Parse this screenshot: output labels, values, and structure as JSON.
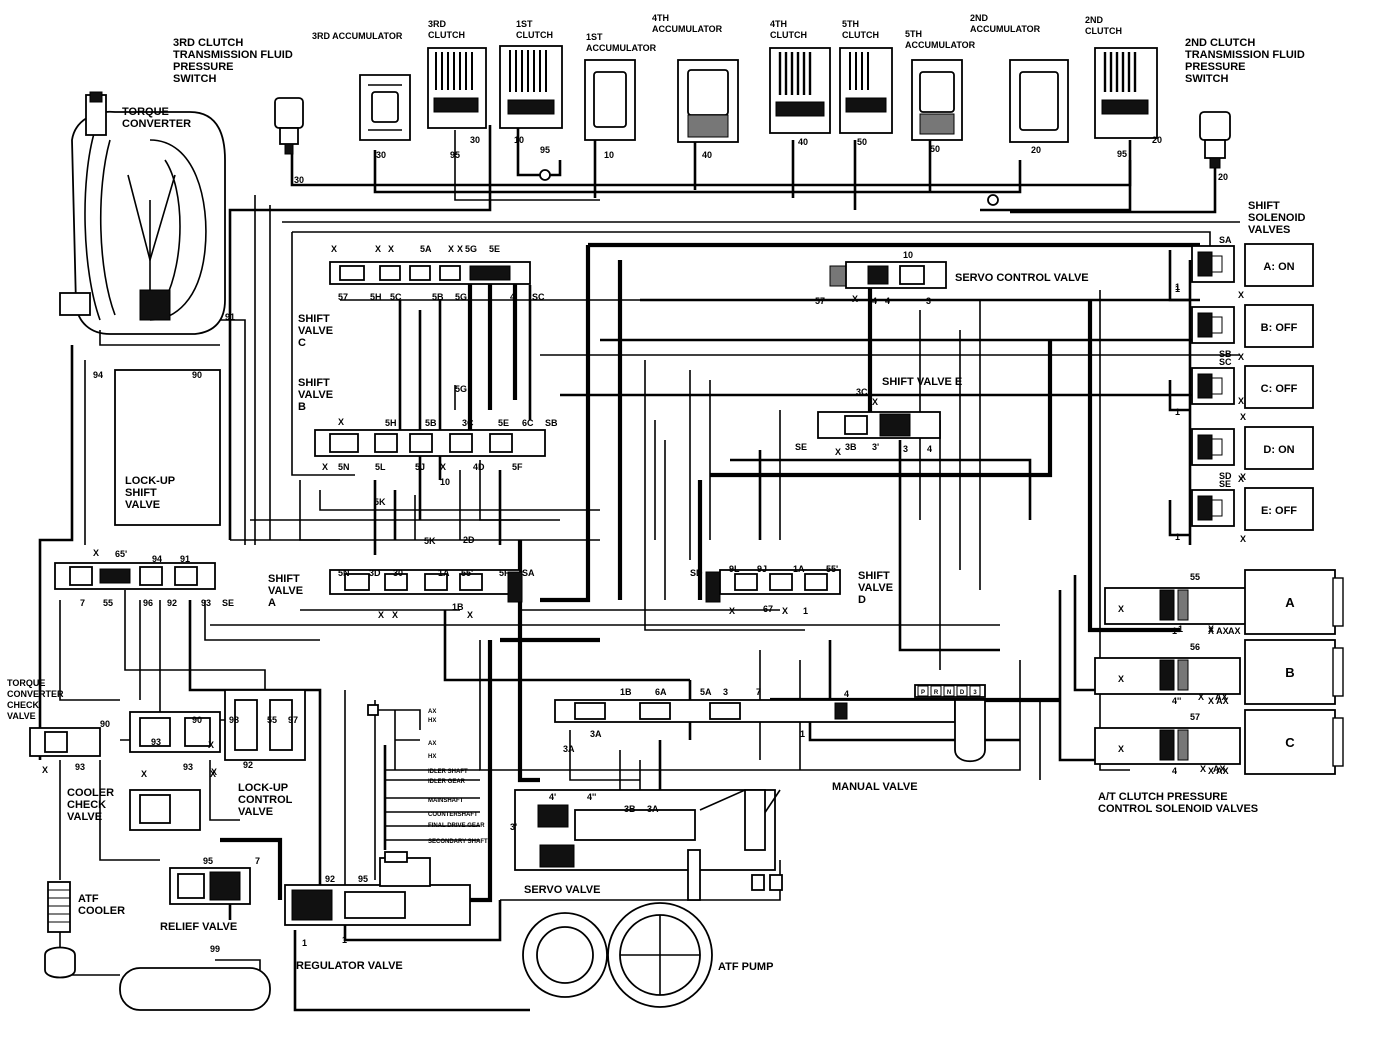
{
  "components": {
    "third_clutch_switch": [
      "3RD CLUTCH",
      "TRANSMISSION FLUID",
      "PRESSURE",
      "SWITCH"
    ],
    "second_clutch_switch": [
      "2ND CLUTCH",
      "TRANSMISSION FLUID",
      "PRESSURE",
      "SWITCH"
    ],
    "torque_converter": [
      "TORQUE",
      "CONVERTER"
    ],
    "third_accumulator": "3RD ACCUMULATOR",
    "third_clutch": [
      "3RD",
      "CLUTCH"
    ],
    "first_clutch": [
      "1ST",
      "CLUTCH"
    ],
    "first_accumulator": [
      "1ST",
      "ACCUMULATOR"
    ],
    "fourth_accumulator": [
      "4TH",
      "ACCUMULATOR"
    ],
    "fourth_clutch": [
      "4TH",
      "CLUTCH"
    ],
    "fifth_clutch": [
      "5TH",
      "CLUTCH"
    ],
    "fifth_accumulator": [
      "5TH",
      "ACCUMULATOR"
    ],
    "second_accumulator": [
      "2ND",
      "ACCUMULATOR"
    ],
    "second_clutch": [
      "2ND",
      "CLUTCH"
    ],
    "shift_solenoid_valves": [
      "SHIFT",
      "SOLENOID",
      "VALVES"
    ],
    "servo_control_valve": "SERVO CONTROL VALVE",
    "shift_valve_c": [
      "SHIFT",
      "VALVE",
      "C"
    ],
    "shift_valve_b": [
      "SHIFT",
      "VALVE",
      "B"
    ],
    "shift_valve_e": "SHIFT VALVE E",
    "shift_valve_a": [
      "SHIFT",
      "VALVE",
      "A"
    ],
    "shift_valve_d": [
      "SHIFT",
      "VALVE",
      "D"
    ],
    "lock_up_shift_valve": [
      "LOCK-UP",
      "SHIFT",
      "VALVE"
    ],
    "torque_converter_check_valve": [
      "TORQUE",
      "CONVERTER",
      "CHECK",
      "VALVE"
    ],
    "cooler_check_valve": [
      "COOLER",
      "CHECK",
      "VALVE"
    ],
    "lock_up_control_valve": [
      "LOCK-UP",
      "CONTROL",
      "VALVE"
    ],
    "atf_cooler": [
      "ATF",
      "COOLER"
    ],
    "relief_valve": "RELIEF VALVE",
    "regulator_valve": "REGULATOR VALVE",
    "servo_valve": "SERVO VALVE",
    "atf_pump": "ATF PUMP",
    "manual_valve": "MANUAL VALVE",
    "at_clutch_pressure_solenoids": [
      "A/T CLUTCH PRESSURE",
      "CONTROL SOLENOID VALVES"
    ]
  },
  "solenoid_states": [
    {
      "port": "SA",
      "label": "A: ON"
    },
    {
      "port": "SB",
      "label": "B: OFF"
    },
    {
      "port": "SC",
      "label": "C: OFF"
    },
    {
      "port": "SD",
      "label": "D: ON"
    },
    {
      "port": "SE",
      "label": "E: OFF"
    }
  ],
  "pressure_solenoids": [
    {
      "name": "A",
      "port": "55",
      "out": "1"
    },
    {
      "name": "B",
      "port": "56",
      "out": "4''"
    },
    {
      "name": "C",
      "port": "57",
      "out": "4"
    }
  ],
  "shaft_labels": [
    "AX",
    "HX",
    "AX",
    "HX",
    "IDLER SHAFT",
    "IDLER GEAR",
    "MAINSHAFT",
    "COUNTERSHAFT",
    "FINAL DRIVE GEAR",
    "SECONDARY SHAFT"
  ],
  "manual_positions": [
    "P",
    "R",
    "N",
    "D",
    "3"
  ],
  "port_marks": {
    "top_ports": [
      "30",
      "30",
      "95",
      "30",
      "10",
      "95",
      "10",
      "40",
      "40",
      "50",
      "50",
      "20",
      "95",
      "20",
      "20"
    ],
    "shift_c": [
      "X",
      "X",
      "X",
      "5A",
      "X",
      "X",
      "5G",
      "5E",
      "57",
      "5H",
      "5C",
      "5B",
      "5G",
      "4",
      "SC"
    ],
    "servo_ctrl": [
      "10",
      "57",
      "X",
      "4",
      "4",
      "3",
      "1"
    ],
    "shift_b": [
      "X",
      "5H",
      "5B",
      "3C",
      "5E",
      "6C",
      "SB",
      "X",
      "5N",
      "5L",
      "5J",
      "X",
      "4D",
      "5F",
      "5G",
      "10",
      "5K"
    ],
    "shift_e": [
      "3C",
      "X",
      "SE",
      "X",
      "3B",
      "3'",
      "3",
      "4"
    ],
    "shift_a": [
      "5K",
      "2D",
      "5N",
      "3D",
      "30",
      "1A",
      "55'",
      "5F",
      "SA",
      "X",
      "X",
      "1B",
      "X"
    ],
    "shift_d": [
      "SD",
      "9L",
      "9J",
      "1A",
      "55'",
      "X",
      "67",
      "X",
      "1"
    ],
    "lockup_shift": [
      "X",
      "65'",
      "94",
      "91",
      "7",
      "55",
      "96",
      "92",
      "93",
      "SE",
      "94",
      "90",
      "91"
    ],
    "manual": [
      "1B",
      "6A",
      "5A",
      "3",
      "7",
      "4",
      "3A",
      "3A",
      "1"
    ],
    "servo": [
      "4'",
      "4''",
      "3B",
      "3A",
      "3'"
    ],
    "lower_left": [
      "90",
      "90",
      "98",
      "55",
      "97",
      "X",
      "93",
      "X",
      "93",
      "X",
      "92",
      "X",
      "X",
      "93",
      "95",
      "7",
      "92",
      "95",
      "1",
      "1",
      "99"
    ],
    "solenoid_side": [
      "1",
      "X",
      "X",
      "1",
      "X",
      "1",
      "X",
      "1",
      "X",
      "X",
      "X",
      "AX",
      "X",
      "AX",
      "X",
      "AX",
      "X"
    ]
  }
}
